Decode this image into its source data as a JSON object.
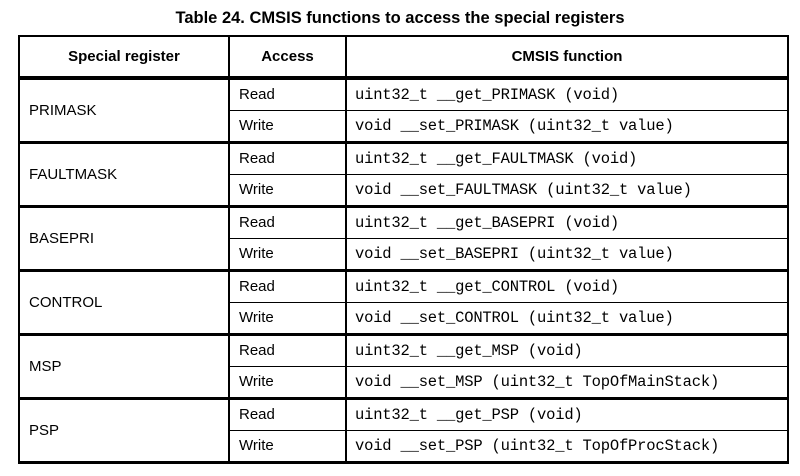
{
  "page": {
    "title": "Table 24. CMSIS functions to access the special registers"
  },
  "colors": {
    "text": "#000000",
    "border": "#000000",
    "background": "#ffffff"
  },
  "table": {
    "headers": {
      "register": "Special register",
      "access": "Access",
      "function": "CMSIS function"
    },
    "groups": [
      {
        "register": "PRIMASK",
        "rows": [
          {
            "access": "Read",
            "function": "uint32_t __get_PRIMASK (void)"
          },
          {
            "access": "Write",
            "function": "void __set_PRIMASK (uint32_t value)"
          }
        ]
      },
      {
        "register": "FAULTMASK",
        "rows": [
          {
            "access": "Read",
            "function": "uint32_t __get_FAULTMASK (void)"
          },
          {
            "access": "Write",
            "function": "void __set_FAULTMASK (uint32_t value)"
          }
        ]
      },
      {
        "register": "BASEPRI",
        "rows": [
          {
            "access": "Read",
            "function": "uint32_t __get_BASEPRI (void)"
          },
          {
            "access": "Write",
            "function": "void __set_BASEPRI (uint32_t value)"
          }
        ]
      },
      {
        "register": "CONTROL",
        "rows": [
          {
            "access": "Read",
            "function": "uint32_t __get_CONTROL (void)"
          },
          {
            "access": "Write",
            "function": "void __set_CONTROL (uint32_t value)"
          }
        ]
      },
      {
        "register": "MSP",
        "rows": [
          {
            "access": "Read",
            "function": "uint32_t __get_MSP (void)"
          },
          {
            "access": "Write",
            "function": "void __set_MSP (uint32_t TopOfMainStack)"
          }
        ]
      },
      {
        "register": "PSP",
        "rows": [
          {
            "access": "Read",
            "function": "uint32_t __get_PSP (void)"
          },
          {
            "access": "Write",
            "function": "void __set_PSP (uint32_t TopOfProcStack)"
          }
        ]
      }
    ]
  }
}
